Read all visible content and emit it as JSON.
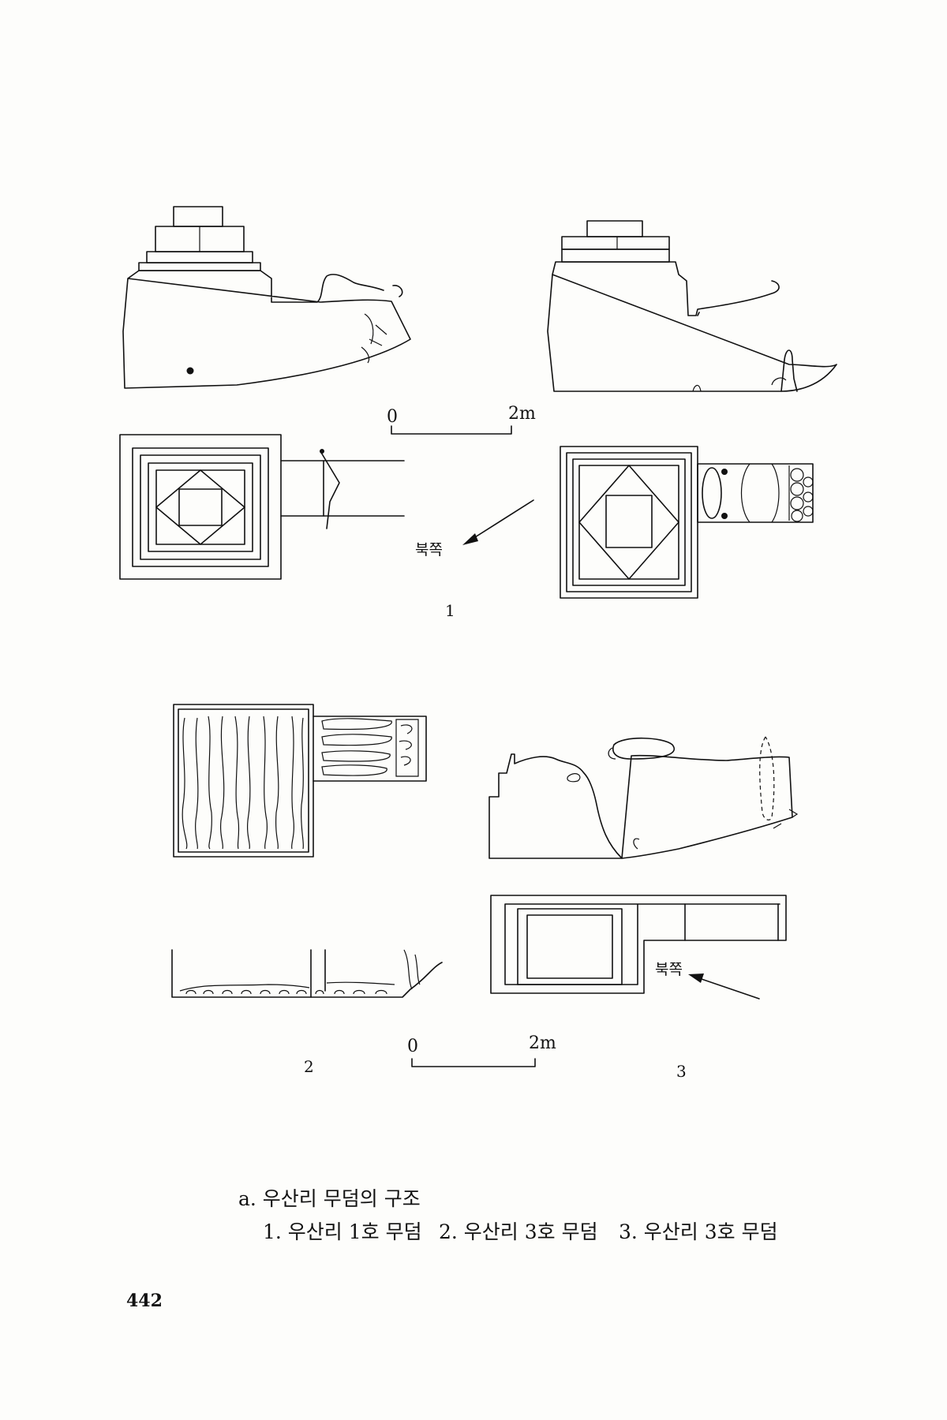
{
  "figure": {
    "scale_top": {
      "zero": "0",
      "end": "2m"
    },
    "scale_bottom": {
      "zero": "0",
      "end": "2m"
    },
    "north_top": "북쪽",
    "north_bottom": "북쪽",
    "labels": {
      "fig1": "1",
      "fig2": "2",
      "fig3": "3"
    }
  },
  "caption": {
    "title": "a. 우산리 무덤의 구조",
    "items": [
      "1. 우산리 1호 무덤",
      "2. 우산리 3호 무덤",
      "3. 우산리 3호 무덤"
    ]
  },
  "page_number": "442"
}
